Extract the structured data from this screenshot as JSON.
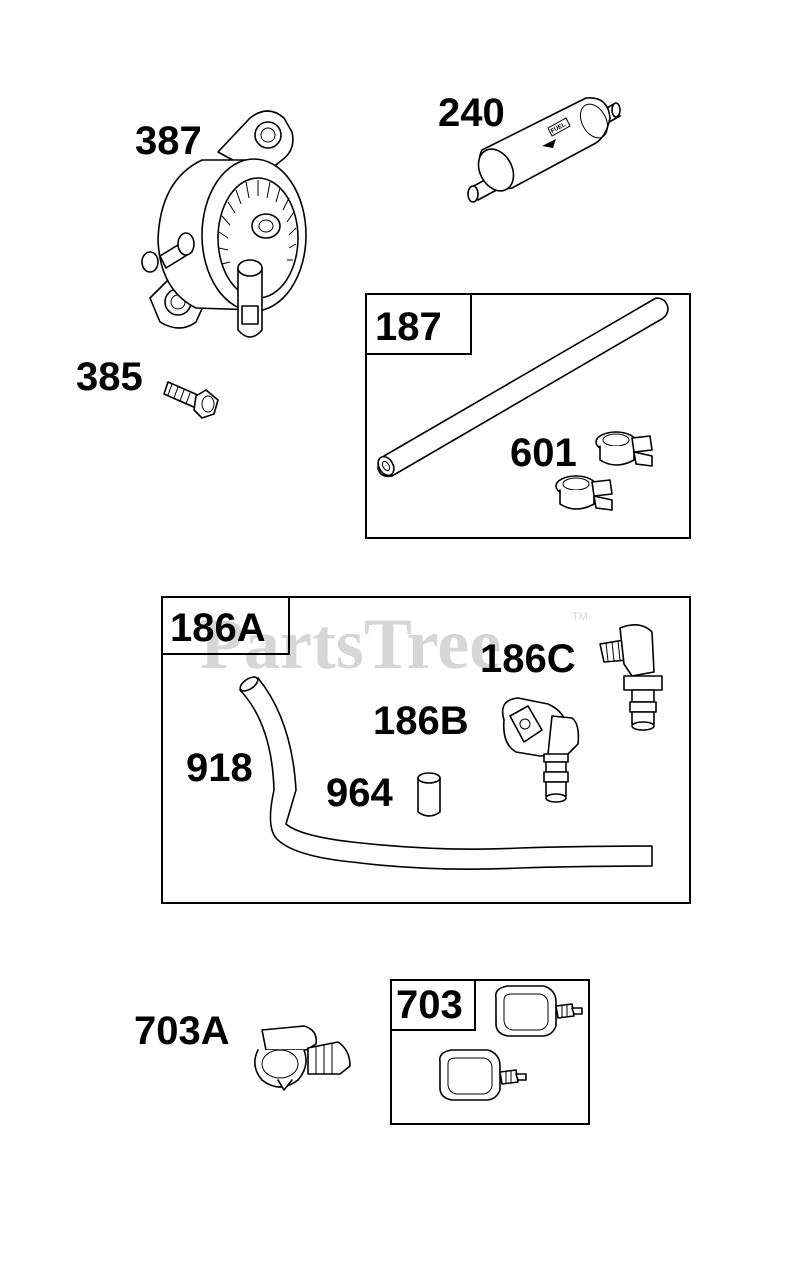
{
  "watermark": {
    "text": "PartsTree",
    "tm": "TM"
  },
  "parts": {
    "p387": "387",
    "p240": "240",
    "p385": "385",
    "p601": "601",
    "p186c": "186C",
    "p186b": "186B",
    "p918": "918",
    "p964": "964",
    "p703a": "703A"
  },
  "boxes": {
    "b187": "187",
    "b186a": "186A",
    "b703": "703"
  },
  "filter_label": "FUEL",
  "colors": {
    "line": "#000000",
    "background": "#ffffff",
    "watermark": "#d6d6d6"
  }
}
